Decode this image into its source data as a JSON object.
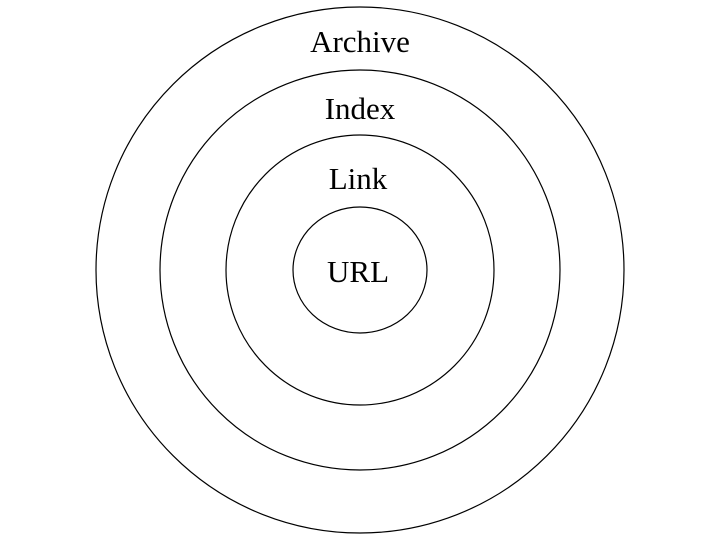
{
  "diagram": {
    "rings": [
      {
        "label": "Archive"
      },
      {
        "label": "Index"
      },
      {
        "label": "Link"
      },
      {
        "label": "URL"
      }
    ],
    "colors": {
      "stroke": "#000000",
      "fill": "#ffffff",
      "text": "#000000"
    }
  }
}
